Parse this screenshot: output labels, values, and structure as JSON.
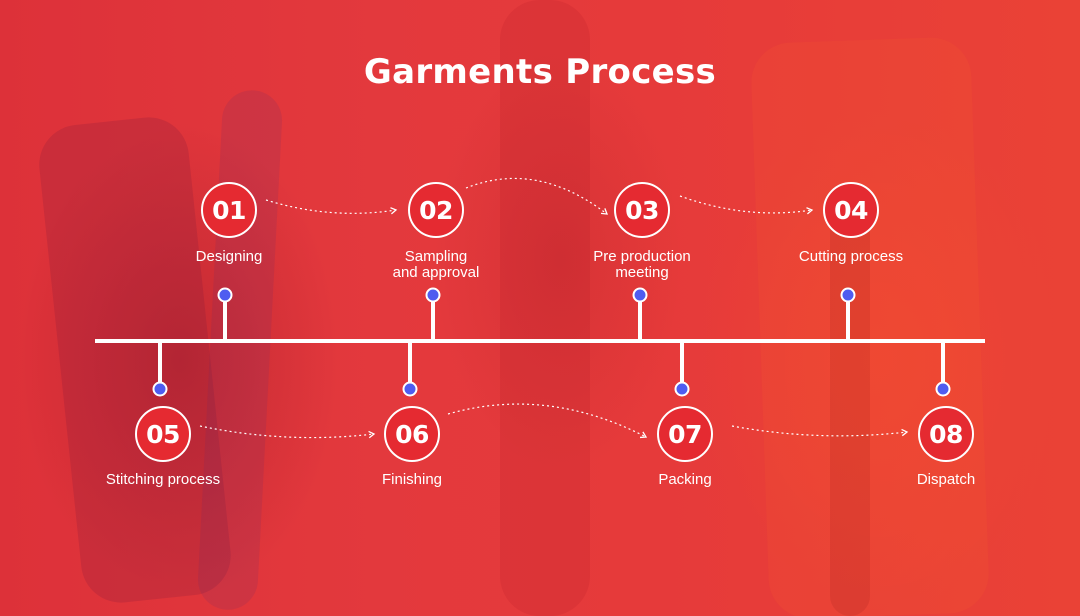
{
  "title": "Garments Process",
  "colors": {
    "accent": "#e52a31",
    "dot": "#4f5cf0",
    "line": "#ffffff"
  },
  "steps": [
    {
      "number": "01",
      "label": "Designing",
      "row": "top"
    },
    {
      "number": "02",
      "label": "Sampling\nand approval",
      "row": "top"
    },
    {
      "number": "03",
      "label": "Pre production\nmeeting",
      "row": "top"
    },
    {
      "number": "04",
      "label": "Cutting process",
      "row": "top"
    },
    {
      "number": "05",
      "label": "Stitching process",
      "row": "bottom"
    },
    {
      "number": "06",
      "label": "Finishing",
      "row": "bottom"
    },
    {
      "number": "07",
      "label": "Packing",
      "row": "bottom"
    },
    {
      "number": "08",
      "label": "Dispatch",
      "row": "bottom"
    }
  ]
}
